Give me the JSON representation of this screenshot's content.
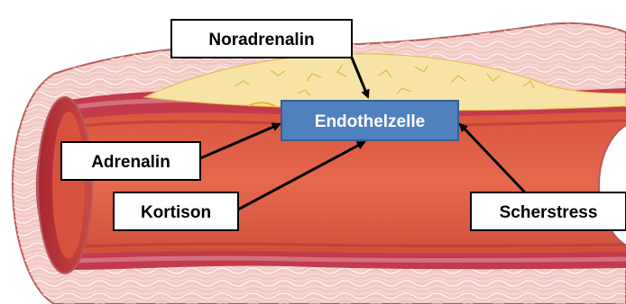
{
  "labels": {
    "noradrenalin": "Noradrenalin",
    "endothelzelle": "Endothelzelle",
    "adrenalin": "Adrenalin",
    "kortison": "Kortison",
    "scherstress": "Scherstress"
  },
  "colors": {
    "adventitia": "#f2c9c4",
    "adventitia_outline": "#b65a5a",
    "fiber": "#ffffff",
    "media": "#c23a4c",
    "intima": "#d4707e",
    "plaque": "#f7e3a6",
    "plaque_fiber": "#e8b64a",
    "lumen": "#e0624a",
    "lumen_dark": "#b53a34",
    "endothel_box": "#4f81bd",
    "endothel_border": "#385d8a",
    "endothel_text": "#ffffff",
    "label_border": "#000000",
    "arrow": "#000000"
  }
}
